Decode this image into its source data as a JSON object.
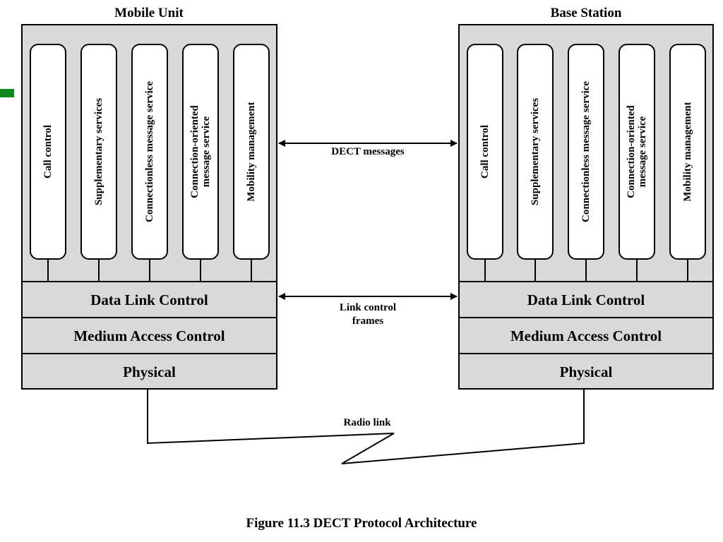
{
  "diagram": {
    "stacks": [
      {
        "title": "Mobile Unit",
        "services": [
          {
            "lines": [
              "Call control"
            ]
          },
          {
            "lines": [
              "Supplementary services"
            ]
          },
          {
            "lines": [
              "Connectionless message service"
            ]
          },
          {
            "lines": [
              "Connection-oriented",
              "message service"
            ]
          },
          {
            "lines": [
              "Mobility management"
            ]
          }
        ],
        "layers": [
          "Data Link Control",
          "Medium Access Control",
          "Physical"
        ]
      },
      {
        "title": "Base Station",
        "services": [
          {
            "lines": [
              "Call control"
            ]
          },
          {
            "lines": [
              "Supplementary services"
            ]
          },
          {
            "lines": [
              "Connectionless message service"
            ]
          },
          {
            "lines": [
              "Connection-oriented",
              "message service"
            ]
          },
          {
            "lines": [
              "Mobility management"
            ]
          }
        ],
        "layers": [
          "Data Link Control",
          "Medium Access Control",
          "Physical"
        ]
      }
    ],
    "messages": {
      "dect": "DECT messages",
      "link_control": [
        "Link control",
        "frames"
      ],
      "radio": "Radio link"
    },
    "caption": "Figure 11.3  DECT Protocol Architecture",
    "colors": {
      "marker": "#0a8a1a",
      "stack_fill": "#d9d9d9"
    }
  }
}
